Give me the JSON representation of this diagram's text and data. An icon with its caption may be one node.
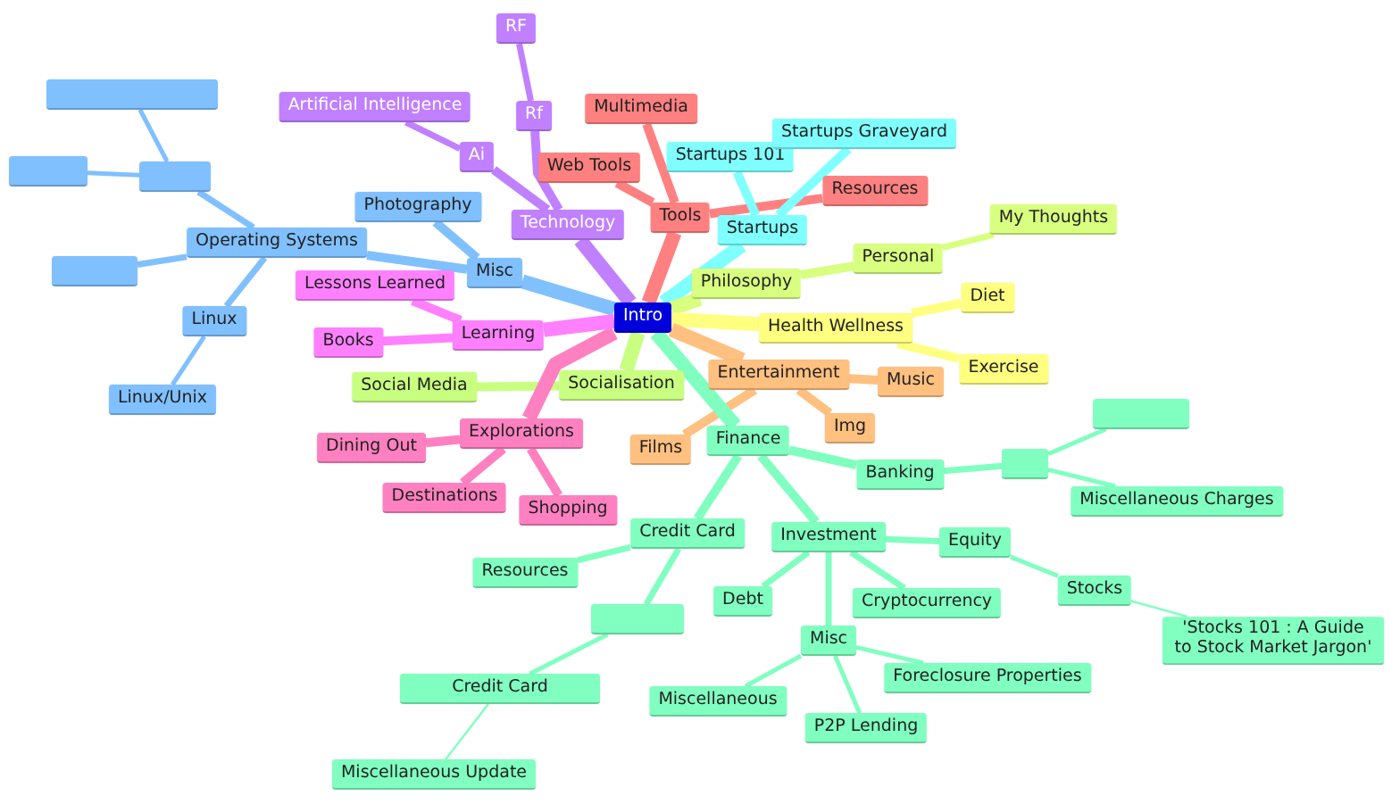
{
  "diagram": {
    "nodes": [
      {
        "text": [
          "Intro"
        ]
      },
      {
        "text": [
          "Misc"
        ]
      },
      {
        "text": [
          "Photography"
        ]
      },
      {
        "text": [
          "Operating Systems"
        ]
      },
      {
        "text": [],
        "shape": "box"
      },
      {
        "text": [],
        "shape": "box"
      },
      {
        "text": [],
        "shape": "box"
      },
      {
        "text": [],
        "shape": "box"
      },
      {
        "text": [
          "Linux"
        ]
      },
      {
        "text": [
          "Linux/Unix"
        ]
      },
      {
        "text": [
          "Technology"
        ]
      },
      {
        "text": [
          "Ai"
        ]
      },
      {
        "text": [
          "Artificial Intelligence"
        ]
      },
      {
        "text": [
          "Rf"
        ]
      },
      {
        "text": [
          "RF"
        ]
      },
      {
        "text": [
          "Tools"
        ]
      },
      {
        "text": [
          "Web Tools"
        ]
      },
      {
        "text": [
          "Multimedia"
        ]
      },
      {
        "text": [
          "Resources"
        ]
      },
      {
        "text": [
          "Startups"
        ]
      },
      {
        "text": [
          "Startups 101"
        ]
      },
      {
        "text": [
          "Startups Graveyard"
        ]
      },
      {
        "text": [
          "Philosophy"
        ]
      },
      {
        "text": [
          "Personal"
        ]
      },
      {
        "text": [
          "My Thoughts"
        ]
      },
      {
        "text": [
          "Health Wellness"
        ]
      },
      {
        "text": [
          "Diet"
        ]
      },
      {
        "text": [
          "Exercise"
        ]
      },
      {
        "text": [
          "Entertainment"
        ]
      },
      {
        "text": [
          "Music"
        ]
      },
      {
        "text": [
          "Img"
        ]
      },
      {
        "text": [
          "Films"
        ]
      },
      {
        "text": [
          "Finance"
        ]
      },
      {
        "text": [
          "Banking"
        ]
      },
      {
        "text": [],
        "shape": "box"
      },
      {
        "text": [],
        "shape": "box"
      },
      {
        "text": [
          "Miscellaneous Charges"
        ]
      },
      {
        "text": [
          "Credit Card"
        ]
      },
      {
        "text": [
          "Resources"
        ]
      },
      {
        "text": [],
        "shape": "box"
      },
      {
        "text": [
          "Credit Card"
        ]
      },
      {
        "text": [
          "Miscellaneous Update"
        ]
      },
      {
        "text": [
          "Investment"
        ]
      },
      {
        "text": [
          "Equity"
        ]
      },
      {
        "text": [
          "Stocks"
        ]
      },
      {
        "text": [
          "'Stocks 101 : A Guide to Stock Market Jargon'"
        ]
      },
      {
        "text": [
          "Debt"
        ]
      },
      {
        "text": [
          "Cryptocurrency"
        ]
      },
      {
        "text": [
          "Misc"
        ]
      },
      {
        "text": [
          "Miscellaneous"
        ]
      },
      {
        "text": [
          "Foreclosure Properties"
        ]
      },
      {
        "text": [
          "P2P Lending"
        ]
      },
      {
        "text": [
          "Socialisation"
        ]
      },
      {
        "text": [
          "Social Media"
        ]
      },
      {
        "text": [
          "Explorations"
        ]
      },
      {
        "text": [
          "Dining Out"
        ]
      },
      {
        "text": [
          "Destinations"
        ]
      },
      {
        "text": [
          "Shopping"
        ]
      },
      {
        "text": [
          "Learning"
        ]
      },
      {
        "text": [
          "Lessons Learned"
        ]
      },
      {
        "text": [
          "Books"
        ]
      }
    ],
    "edges": [
      {
        "from": 0,
        "to": 1,
        "arrow": "none",
        "color": "#80c0ff"
      },
      {
        "from": 1,
        "to": 2,
        "arrow": "none",
        "color": "#80c0ff"
      },
      {
        "from": 1,
        "to": 3,
        "arrow": "none",
        "color": "#80c0ff"
      },
      {
        "from": 3,
        "to": 4,
        "arrow": "none",
        "color": "#80c0ff"
      },
      {
        "from": 4,
        "to": 5,
        "arrow": "none",
        "color": "#80c0ff"
      },
      {
        "from": 4,
        "to": 6,
        "arrow": "none",
        "color": "#80c0ff"
      },
      {
        "from": 3,
        "to": 7,
        "arrow": "none",
        "color": "#80c0ff"
      },
      {
        "from": 3,
        "to": 8,
        "arrow": "none",
        "color": "#80c0ff"
      },
      {
        "from": 8,
        "to": 9,
        "arrow": "none",
        "color": "#80c0ff"
      },
      {
        "from": 0,
        "to": 10,
        "arrow": "none",
        "color": "#c080ff"
      },
      {
        "from": 10,
        "to": 11,
        "arrow": "none",
        "color": "#c080ff"
      },
      {
        "from": 11,
        "to": 12,
        "arrow": "none",
        "color": "#c080ff"
      },
      {
        "from": 10,
        "to": 13,
        "arrow": "none",
        "color": "#c080ff"
      },
      {
        "from": 13,
        "to": 14,
        "arrow": "none",
        "color": "#c080ff"
      },
      {
        "from": 0,
        "to": 15,
        "arrow": "none",
        "color": "#ff8080"
      },
      {
        "from": 15,
        "to": 16,
        "arrow": "none",
        "color": "#ff8080"
      },
      {
        "from": 15,
        "to": 17,
        "arrow": "none",
        "color": "#ff8080"
      },
      {
        "from": 15,
        "to": 18,
        "arrow": "none",
        "color": "#ff8080"
      },
      {
        "from": 0,
        "to": 19,
        "arrow": "none",
        "color": "#80ffff"
      },
      {
        "from": 19,
        "to": 20,
        "arrow": "none",
        "color": "#80ffff"
      },
      {
        "from": 19,
        "to": 21,
        "arrow": "none",
        "color": "#80ffff"
      },
      {
        "from": 0,
        "to": 22,
        "arrow": "none",
        "color": "#d8ff80"
      },
      {
        "from": 22,
        "to": 23,
        "arrow": "none",
        "color": "#d8ff80"
      },
      {
        "from": 23,
        "to": 24,
        "arrow": "none",
        "color": "#d8ff80"
      },
      {
        "from": 0,
        "to": 25,
        "arrow": "none",
        "color": "#ffff80"
      },
      {
        "from": 25,
        "to": 26,
        "arrow": "none",
        "color": "#ffff80"
      },
      {
        "from": 25,
        "to": 27,
        "arrow": "none",
        "color": "#ffff80"
      },
      {
        "from": 0,
        "to": 28,
        "arrow": "none",
        "color": "#ffc080"
      },
      {
        "from": 28,
        "to": 29,
        "arrow": "none",
        "color": "#ffc080"
      },
      {
        "from": 28,
        "to": 30,
        "arrow": "none",
        "color": "#ffc080"
      },
      {
        "from": 28,
        "to": 31,
        "arrow": "none",
        "color": "#ffc080"
      },
      {
        "from": 0,
        "to": 32,
        "arrow": "none"
      },
      {
        "from": 32,
        "to": 33,
        "arrow": "none"
      },
      {
        "from": 33,
        "to": 34,
        "arrow": "none"
      },
      {
        "from": 34,
        "to": 35,
        "arrow": "none"
      },
      {
        "from": 34,
        "to": 36,
        "arrow": "none"
      },
      {
        "from": 32,
        "to": 37,
        "arrow": "none"
      },
      {
        "from": 37,
        "to": 38,
        "arrow": "none"
      },
      {
        "from": 37,
        "to": 39,
        "arrow": "none"
      },
      {
        "from": 39,
        "to": 40,
        "arrow": "none"
      },
      {
        "from": 40,
        "to": 41,
        "arrow": "none"
      },
      {
        "from": 32,
        "to": 42,
        "arrow": "none"
      },
      {
        "from": 42,
        "to": 43,
        "arrow": "none"
      },
      {
        "from": 43,
        "to": 44,
        "arrow": "none"
      },
      {
        "from": 44,
        "to": 45,
        "arrow": "none"
      },
      {
        "from": 42,
        "to": 46,
        "arrow": "none"
      },
      {
        "from": 42,
        "to": 47,
        "arrow": "none"
      },
      {
        "from": 42,
        "to": 48,
        "arrow": "none"
      },
      {
        "from": 48,
        "to": 49,
        "arrow": "none"
      },
      {
        "from": 48,
        "to": 50,
        "arrow": "none"
      },
      {
        "from": 48,
        "to": 51,
        "arrow": "none"
      },
      {
        "from": 0,
        "to": 52,
        "arrow": "none",
        "color": "#c8ff80"
      },
      {
        "from": 52,
        "to": 53,
        "arrow": "none",
        "color": "#c8ff80"
      },
      {
        "from": 0,
        "to": 54,
        "arrow": "none",
        "color": "#ff80c0"
      },
      {
        "from": 54,
        "to": 55,
        "arrow": "none",
        "color": "#ff80c0"
      },
      {
        "from": 54,
        "to": 56,
        "arrow": "none",
        "color": "#ff80c0"
      },
      {
        "from": 54,
        "to": 57,
        "arrow": "none",
        "color": "#ff80c0"
      },
      {
        "from": 0,
        "to": 58,
        "arrow": "none",
        "color": "#ff80ff"
      },
      {
        "from": 58,
        "to": 59,
        "arrow": "none",
        "color": "#ff80ff"
      },
      {
        "from": 58,
        "to": 60,
        "arrow": "none",
        "color": "#ff80ff"
      }
    ]
  }
}
